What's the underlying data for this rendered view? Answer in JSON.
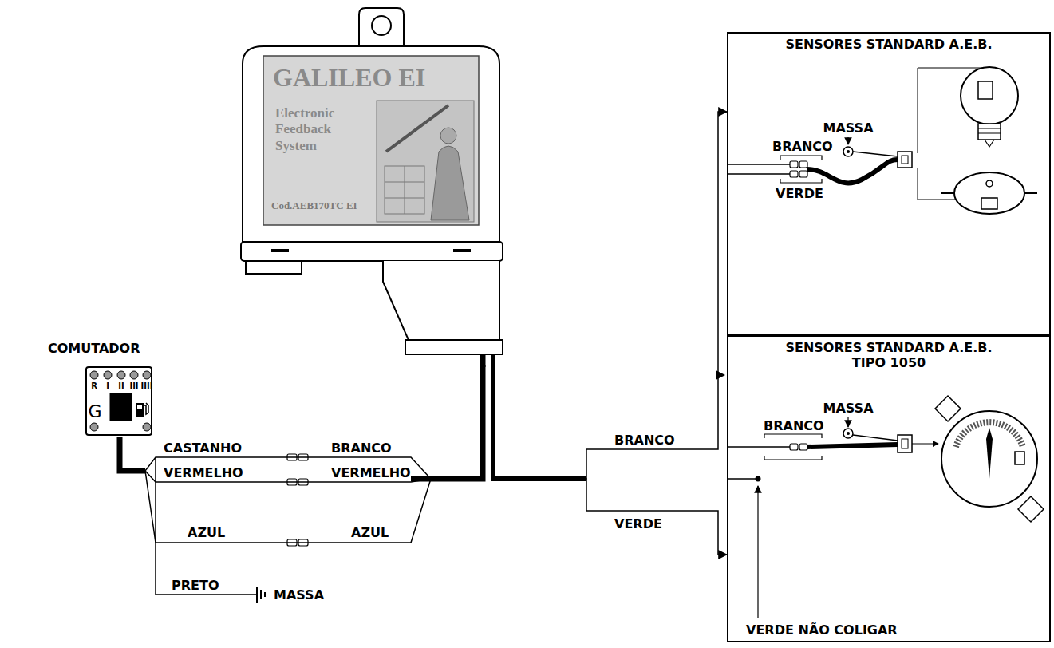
{
  "diagram": {
    "nodes": [
      {
        "text": [
          "COMUTADOR"
        ]
      },
      {
        "text": [
          "GALILEO EI",
          "Electronic Feedback System",
          "Cod.AEB170TC EI"
        ]
      },
      {
        "text": [
          "SENSORES STANDARD A.E.B."
        ]
      },
      {
        "text": [
          "SENSORES STANDARD A.E.B. TIPO 1050"
        ]
      }
    ],
    "edges": [
      {
        "from": 0,
        "to": 1,
        "arrow": "none"
      },
      {
        "from": 0,
        "to": 1,
        "arrow": "none"
      },
      {
        "from": 0,
        "to": 1,
        "arrow": "none"
      },
      {
        "from": 1,
        "to": 2,
        "arrow": "to"
      },
      {
        "from": 1,
        "to": 3,
        "arrow": "to"
      }
    ],
    "labels": [
      "R",
      "I",
      "II",
      "III",
      "IIII",
      "G",
      "CASTANHO",
      "BRANCO",
      "VERMELHO",
      "VERMELHO",
      "AZUL",
      "AZUL",
      "PRETO",
      "MASSA",
      "BRANCO",
      "VERDE",
      "MASSA",
      "BRANCO",
      "VERDE",
      "MASSA",
      "BRANCO",
      "VERDE NÃO COLIGAR"
    ]
  }
}
